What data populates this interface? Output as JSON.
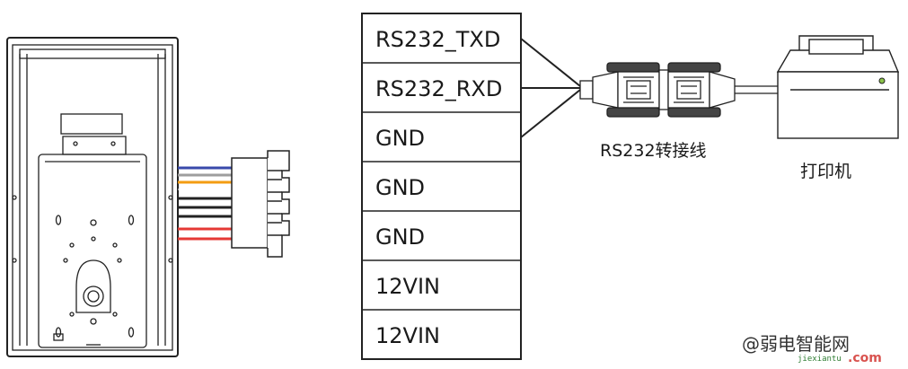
{
  "terminal": {
    "pins": [
      {
        "label": "RS232_TXD"
      },
      {
        "label": "RS232_RXD"
      },
      {
        "label": "GND"
      },
      {
        "label": "GND"
      },
      {
        "label": "GND"
      },
      {
        "label": "12VIN"
      },
      {
        "label": "12VIN"
      }
    ]
  },
  "cable": {
    "label": "RS232转接线"
  },
  "printer": {
    "label": "打印机"
  },
  "watermark": {
    "text": "@弱电智能网",
    "site": "jiexiantu",
    "suffix": ".com"
  },
  "wire_colors": {
    "blue": "#3949ab",
    "white": "#9e9e9e",
    "orange": "#f39c12",
    "black": "#222222",
    "red": "#e53935",
    "led": "#8bc34a"
  }
}
